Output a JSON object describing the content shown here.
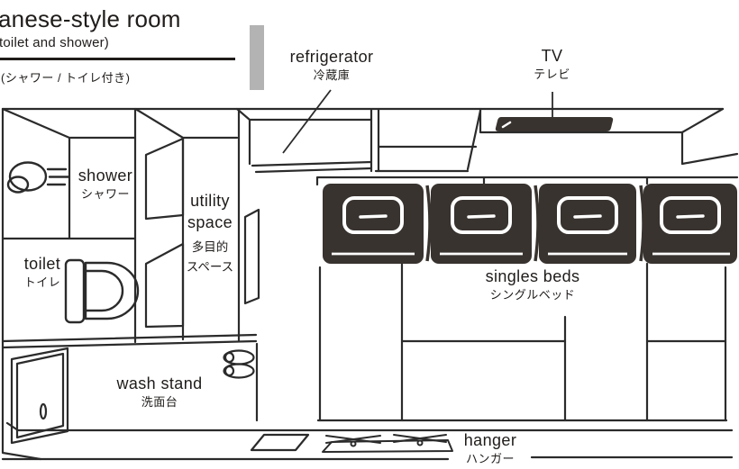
{
  "header": {
    "title_visible": "anese-style room",
    "subtitle_visible": "toilet and shower)",
    "subtitle_jp": "(シャワー / トイレ付き)"
  },
  "labels": {
    "refrigerator": {
      "en": "refrigerator",
      "jp": "冷蔵庫"
    },
    "tv": {
      "en": "TV",
      "jp": "テレビ"
    },
    "shower": {
      "en": "shower",
      "jp": "シャワー"
    },
    "utility_space": {
      "en1": "utility",
      "en2": "space",
      "jp1": "多目的",
      "jp2": "スペース"
    },
    "toilet": {
      "en": "toilet",
      "jp": "トイレ"
    },
    "wash_stand": {
      "en": "wash stand",
      "jp": "洗面台"
    },
    "singles_beds": {
      "en": "singles beds",
      "jp": "シングルベッド"
    },
    "hanger": {
      "en": "hanger",
      "jp": "ハンガー"
    }
  },
  "diagram": {
    "type": "room-floor-plan",
    "bed_count": 4,
    "hanger_count": 2,
    "slipper_pairs": 2,
    "icons": [
      "shower-head-icon",
      "toilet-icon",
      "bed-icon",
      "tv-icon",
      "slippers-icon",
      "hanger-icon",
      "door-panel-icon",
      "mirror-door-icon",
      "floor-mat-icon"
    ]
  },
  "colors": {
    "line": "#2b2b2b",
    "dark_fill": "#38332f",
    "gray_bar": "#b3b3b3",
    "background": "#ffffff"
  }
}
